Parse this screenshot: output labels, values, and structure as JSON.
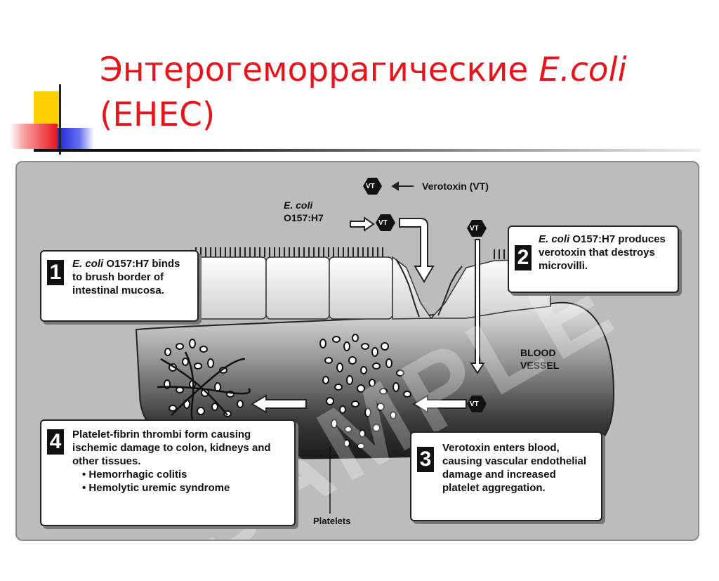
{
  "slide": {
    "title_main": "Энтерогеморрагические ",
    "title_italic": "E.coli",
    "title_line2": "(EHEC)"
  },
  "diagram": {
    "verotoxin_label": "Verotoxin (VT)",
    "vt_badge": "VT",
    "ecoli_label_line1": "E. coli",
    "ecoli_label_line2": "O157:H7",
    "blood_vessel_line1": "BLOOD",
    "blood_vessel_line2": "VESSEL",
    "platelets_label": "Platelets",
    "watermark": "SAMPLE",
    "step1": {
      "number": "1",
      "italic": "E. coli",
      "line1_rest": " O157:H7 binds",
      "line2": "to brush border of",
      "line3": "intestinal mucosa."
    },
    "step2": {
      "number": "2",
      "italic": "E. coli",
      "line1_rest": " O157:H7 produces",
      "line2": "verotoxin that destroys",
      "line3": "microvilli."
    },
    "step3": {
      "number": "3",
      "line1": "Verotoxin enters blood,",
      "line2": "causing vascular endothelial",
      "line3": "damage and increased",
      "line4": "platelet aggregation."
    },
    "step4": {
      "number": "4",
      "line1": "Platelet-fibrin thrombi form causing",
      "line2": "ischemic damage to colon, kidneys and",
      "line3": "other tissues.",
      "bullet1": "• Hemorrhagic colitis",
      "bullet2": "• Hemolytic uremic syndrome"
    }
  }
}
